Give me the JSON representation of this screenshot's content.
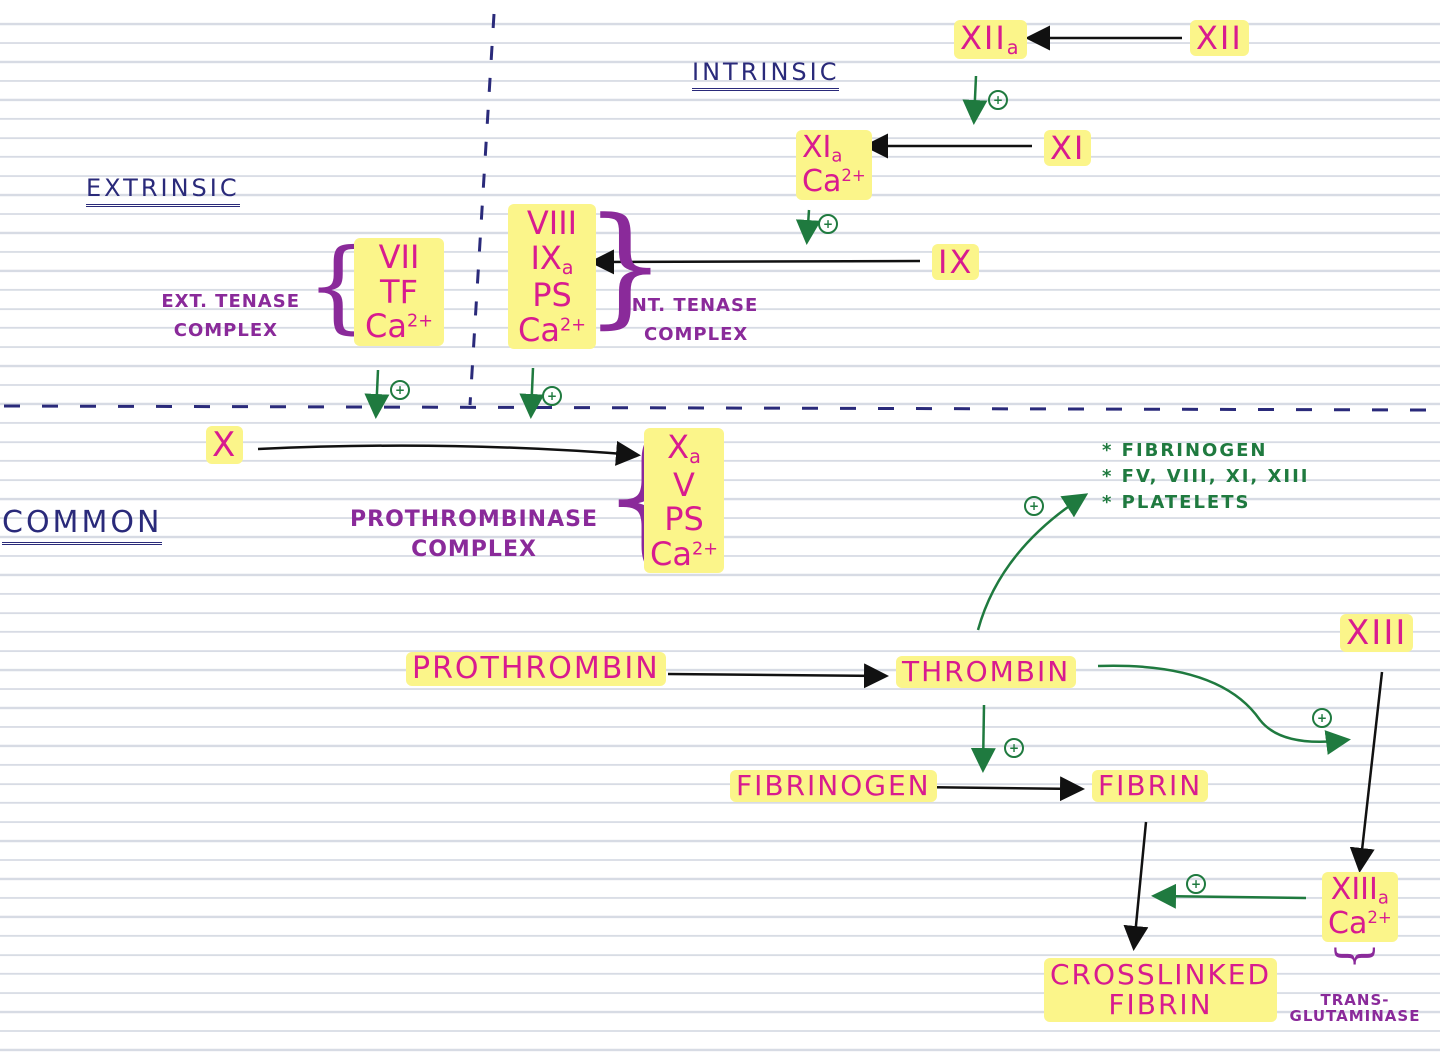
{
  "headings": {
    "intrinsic": "INTRINSIC",
    "extrinsic": "EXTRINSIC",
    "common": "COMMON"
  },
  "factors": {
    "xii": "XII",
    "xiia": "XII",
    "xiia_sub": "a",
    "xi": "XI",
    "xia": "XI",
    "xia_sub": "a",
    "xia_ca": "Ca",
    "xia_ca_sup": "2+",
    "ix": "IX",
    "x": "X",
    "xiii": "XIII"
  },
  "ext_tenase": {
    "label1": "EXT. TENASE",
    "label2": "COMPLEX",
    "items": [
      "VII",
      "TF",
      "Ca"
    ],
    "ca_sup": "2+"
  },
  "int_tenase": {
    "label1": "INT. TENASE",
    "label2": "COMPLEX",
    "items": [
      "VIII",
      "IX",
      "PS",
      "Ca"
    ],
    "ix_sub": "a",
    "ca_sup": "2+"
  },
  "prothrombinase": {
    "label1": "PROTHROMBINASE",
    "label2": "COMPLEX",
    "items": [
      "X",
      "V",
      "PS",
      "Ca"
    ],
    "x_sub": "a",
    "ca_sup": "2+"
  },
  "main": {
    "prothrombin": "PROTHROMBIN",
    "thrombin": "THROMBIN",
    "fibrinogen": "FIBRINOGEN",
    "fibrin": "FIBRIN",
    "crosslinked1": "CROSSLINKED",
    "crosslinked2": "FIBRIN"
  },
  "xiiia": {
    "label": "XIII",
    "sub": "a",
    "ca": "Ca",
    "ca_sup": "2+"
  },
  "transglutaminase": {
    "line1": "TRANS-",
    "line2": "GLUTAMINASE"
  },
  "thrombin_targets": [
    "* FIBRINOGEN",
    "* FV, VIII, XI, XIII",
    "* PLATELETS"
  ],
  "activation_symbol": "+",
  "colors": {
    "factor": "#d81b8f",
    "highlight": "#fbf58a",
    "heading": "#2a2a7a",
    "complex": "#8a2a9a",
    "activation": "#1f7a3f",
    "arrow": "#111111",
    "divider": "#2a2a7a"
  }
}
